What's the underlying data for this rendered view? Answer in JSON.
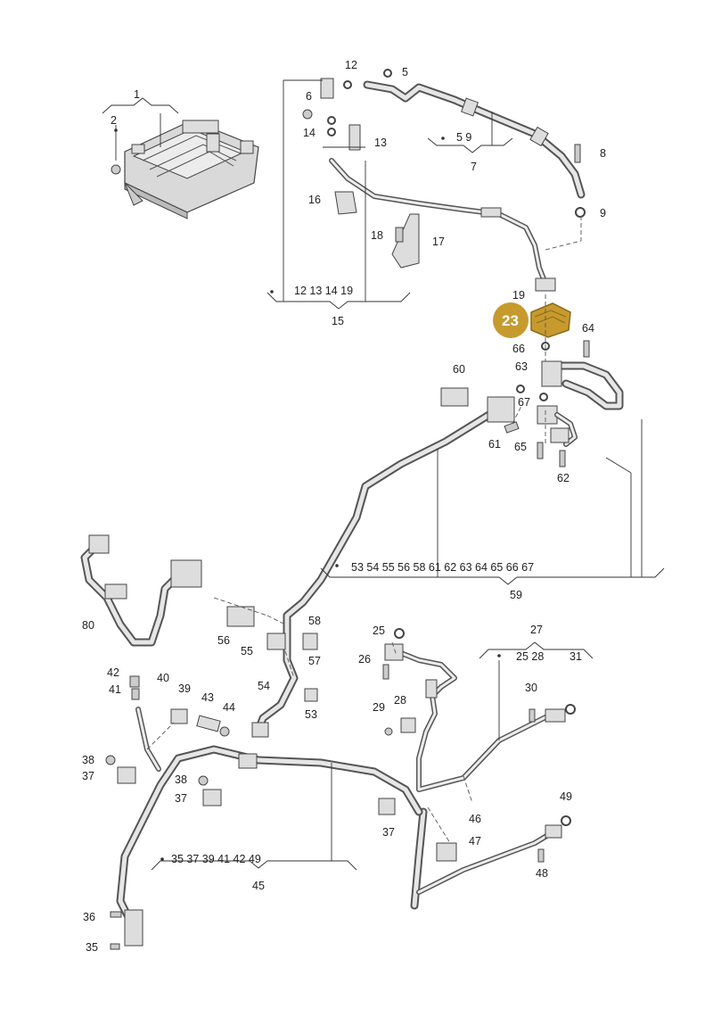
{
  "labels": {
    "l1": "1",
    "l2": "2",
    "l5": "5",
    "l6": "6",
    "l7": "7",
    "l8": "8",
    "l9a": "9",
    "l12": "12",
    "l13": "13",
    "l14": "14",
    "l16": "16",
    "l17": "17",
    "l18": "18",
    "l19": "19",
    "l23": "23",
    "l24": "25",
    "l25": "25",
    "l26": "26",
    "l27": "27",
    "l28a": "28",
    "l28b": "28",
    "l29": "29",
    "l30": "30",
    "l31": "31",
    "l35": "35",
    "l36": "36",
    "l37a": "37",
    "l37b": "37",
    "l37c": "37",
    "l38a": "38",
    "l38b": "38",
    "l39": "39",
    "l40": "40",
    "l41": "41",
    "l42": "42",
    "l43": "43",
    "l44": "44",
    "l45": "45",
    "l46": "46",
    "l47": "47",
    "l48": "48",
    "l49": "49",
    "l53": "53",
    "l54": "54",
    "l55": "55",
    "l56": "56",
    "l57": "57",
    "l58": "58",
    "l59": "59",
    "l60": "60",
    "l61": "61",
    "l62": "62",
    "l63": "63",
    "l64": "64",
    "l65": "65",
    "l66": "66",
    "l67": "67",
    "l80": "80"
  },
  "groups": {
    "g7_items": "5  9",
    "g15_items": "12  13  14     19",
    "g27_items": "25  28",
    "g59_items": "53  54  55  56   58  61  62  63  64  65  66  67",
    "g45_items": "35  37  39  41  42  49"
  },
  "highlight": {
    "color": "#c79a2e",
    "label_color": "#ffffff"
  },
  "colors": {
    "hose": "#555555",
    "line": "#333333"
  }
}
